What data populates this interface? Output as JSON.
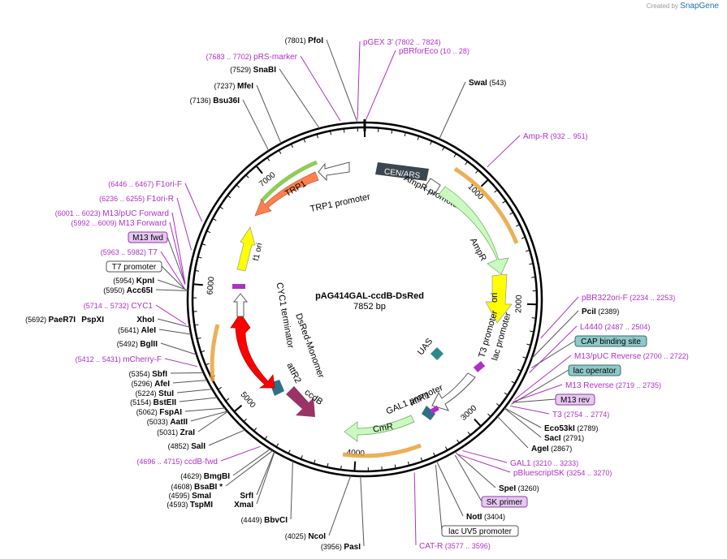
{
  "credit": {
    "prefix": "Created by",
    "brand": "SnapGene"
  },
  "plasmid": {
    "name": "pAG414GAL-ccdB-DsRed",
    "length": "7852 bp"
  },
  "ticks": [
    "1000",
    "2000",
    "3000",
    "4000",
    "5000",
    "6000",
    "7000"
  ],
  "features": [
    {
      "label": "CEN/ARS",
      "color": "#3b464e"
    },
    {
      "label": "AmpR promoter",
      "color": "#ffffff"
    },
    {
      "label": "AmpR",
      "color": "#cbfac0"
    },
    {
      "label": "ori",
      "color": "#ffff00"
    },
    {
      "label": "lac promoter",
      "color": "#ffffff"
    },
    {
      "label": "T3 promoter",
      "color": "#ffffff"
    },
    {
      "label": "UAS",
      "color": "#2e8a8a"
    },
    {
      "label": "GAL1 promoter",
      "color": "#ffffff"
    },
    {
      "label": "attR1",
      "color": "#2e6f8a"
    },
    {
      "label": "CmR",
      "color": "#cbfac0"
    },
    {
      "label": "ccdB",
      "color": "#993366"
    },
    {
      "label": "attR2",
      "color": "#2e6f8a"
    },
    {
      "label": "DsRed-Monomer",
      "color": "#ff0000"
    },
    {
      "label": "CYC1 terminator",
      "color": "#ffffff"
    },
    {
      "label": "f1 ori",
      "color": "#ffff00"
    },
    {
      "label": "TRP1",
      "color": "#ff7f50"
    },
    {
      "label": "TRP1 promoter",
      "color": "#ffffff"
    }
  ],
  "sites_left": [
    {
      "pos": "(7801)",
      "name": "PfoI"
    },
    {
      "pos": "(7529)",
      "name": "SnaBI"
    },
    {
      "pos": "(7237)",
      "name": "MfeI"
    },
    {
      "pos": "(7136)",
      "name": "Bsu36I"
    },
    {
      "pos": "(5954)",
      "name": "KpnI"
    },
    {
      "pos": "(5950)",
      "name": "Acc65I"
    },
    {
      "pos": "(5692)",
      "name": "PaeR7I"
    },
    {
      "pos": "",
      "name": "PspXI"
    },
    {
      "pos": "",
      "name": "XhoI"
    },
    {
      "pos": "(5641)",
      "name": "AleI"
    },
    {
      "pos": "(5492)",
      "name": "BglII"
    },
    {
      "pos": "(5354)",
      "name": "SbfI"
    },
    {
      "pos": "(5296)",
      "name": "AfeI"
    },
    {
      "pos": "(5224)",
      "name": "StuI"
    },
    {
      "pos": "(5154)",
      "name": "BstEII"
    },
    {
      "pos": "(5062)",
      "name": "FspAI"
    },
    {
      "pos": "(5033)",
      "name": "AatII"
    },
    {
      "pos": "(5031)",
      "name": "ZraI"
    },
    {
      "pos": "(4852)",
      "name": "SalI"
    },
    {
      "pos": "(4629)",
      "name": "BmgBI"
    },
    {
      "pos": "(4608)",
      "name": "BsaBI *"
    },
    {
      "pos": "(4595)",
      "name": "SmaI"
    },
    {
      "pos": "",
      "name": "SrfI"
    },
    {
      "pos": "(4593)",
      "name": "TspMI"
    },
    {
      "pos": "",
      "name": "XmaI"
    },
    {
      "pos": "(4449)",
      "name": "BbvCI"
    },
    {
      "pos": "(4025)",
      "name": "NcoI"
    },
    {
      "pos": "(3956)",
      "name": "PasI"
    }
  ],
  "sites_right": [
    {
      "pos": "(543)",
      "name": "SwaI"
    },
    {
      "pos": "(2389)",
      "name": "PciI"
    },
    {
      "pos": "(2789)",
      "name": "Eco53kI"
    },
    {
      "pos": "(2791)",
      "name": "SacI"
    },
    {
      "pos": "(2867)",
      "name": "AgeI"
    },
    {
      "pos": "(3260)",
      "name": "SpeI"
    },
    {
      "pos": "(3404)",
      "name": "NotI"
    }
  ],
  "primers": [
    {
      "label": "pGEX 3'",
      "range": "(7802 .. 7824)"
    },
    {
      "label": "pRS-marker",
      "range": "(7683 .. 7702)"
    },
    {
      "label": "pBRforEco",
      "range": "(10 .. 28)"
    },
    {
      "label": "Amp-R",
      "range": "(932 .. 951)"
    },
    {
      "label": "F1ori-F",
      "range": "(6446 .. 6467)"
    },
    {
      "label": "F1ori-R",
      "range": "(6236 .. 6255)"
    },
    {
      "label": "M13/pUC Forward",
      "range": "(6001 .. 6023)"
    },
    {
      "label": "M13 Forward",
      "range": "(5992 .. 6009)"
    },
    {
      "label": "T7",
      "range": "(5963 .. 5982)"
    },
    {
      "label": "CYC1",
      "range": "(5714 .. 5732)"
    },
    {
      "label": "mCherry-F",
      "range": "(5412 .. 5431)"
    },
    {
      "label": "ccdB-fwd",
      "range": "(4696 .. 4715)"
    },
    {
      "label": "pBR322ori-F",
      "range": "(2234 .. 2253)"
    },
    {
      "label": "L4440",
      "range": "(2487 .. 2504)"
    },
    {
      "label": "M13/pUC Reverse",
      "range": "(2700 .. 2722)"
    },
    {
      "label": "M13 Reverse",
      "range": "(2719 .. 2735)"
    },
    {
      "label": "T3",
      "range": "(2754 .. 2774)"
    },
    {
      "label": "GAL1",
      "range": "(3210 .. 3233)"
    },
    {
      "label": "pBluescriptSK",
      "range": "(3254 .. 3270)"
    },
    {
      "label": "CAT-R",
      "range": "(3577 .. 3596)"
    }
  ],
  "boxed_labels": [
    {
      "label": "M13 fwd",
      "style": "primer"
    },
    {
      "label": "T7 promoter",
      "style": "promoter"
    },
    {
      "label": "CAP binding site",
      "style": "site"
    },
    {
      "label": "lac operator",
      "style": "site"
    },
    {
      "label": "M13 rev",
      "style": "primer"
    },
    {
      "label": "SK primer",
      "style": "primer"
    },
    {
      "label": "lac UV5 promoter",
      "style": "promoter"
    }
  ],
  "colors": {
    "primer": "#b02fc8",
    "ring": "#000000",
    "orange_band": "#e8a23a",
    "site_box": "#8fc8c8",
    "primer_box": "#e6c8f0"
  }
}
